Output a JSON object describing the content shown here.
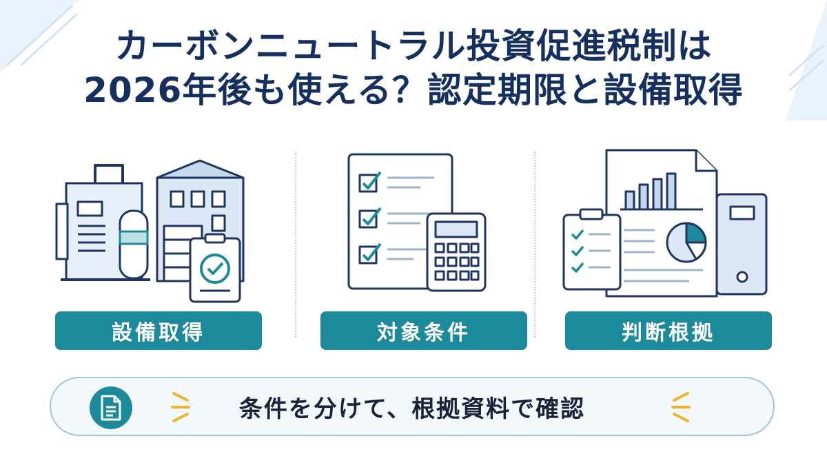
{
  "title": {
    "line1": "カーボンニュートラル投資促進税制は",
    "line2": "2026年後も使える？認定期限と設備取得"
  },
  "sections": [
    {
      "label": "設備取得",
      "icon": "factory-equipment-icon"
    },
    {
      "label": "対象条件",
      "icon": "checklist-calculator-icon"
    },
    {
      "label": "判断根拠",
      "icon": "report-binder-icon"
    }
  ],
  "summary": {
    "text": "条件を分けて、根拠資料で確認",
    "icon": "document-icon"
  },
  "colors": {
    "title": "#15305e",
    "accent": "#1c8a9a",
    "line": "#1f3560",
    "fill": "#dce8f5",
    "spark": "#f0b429"
  }
}
